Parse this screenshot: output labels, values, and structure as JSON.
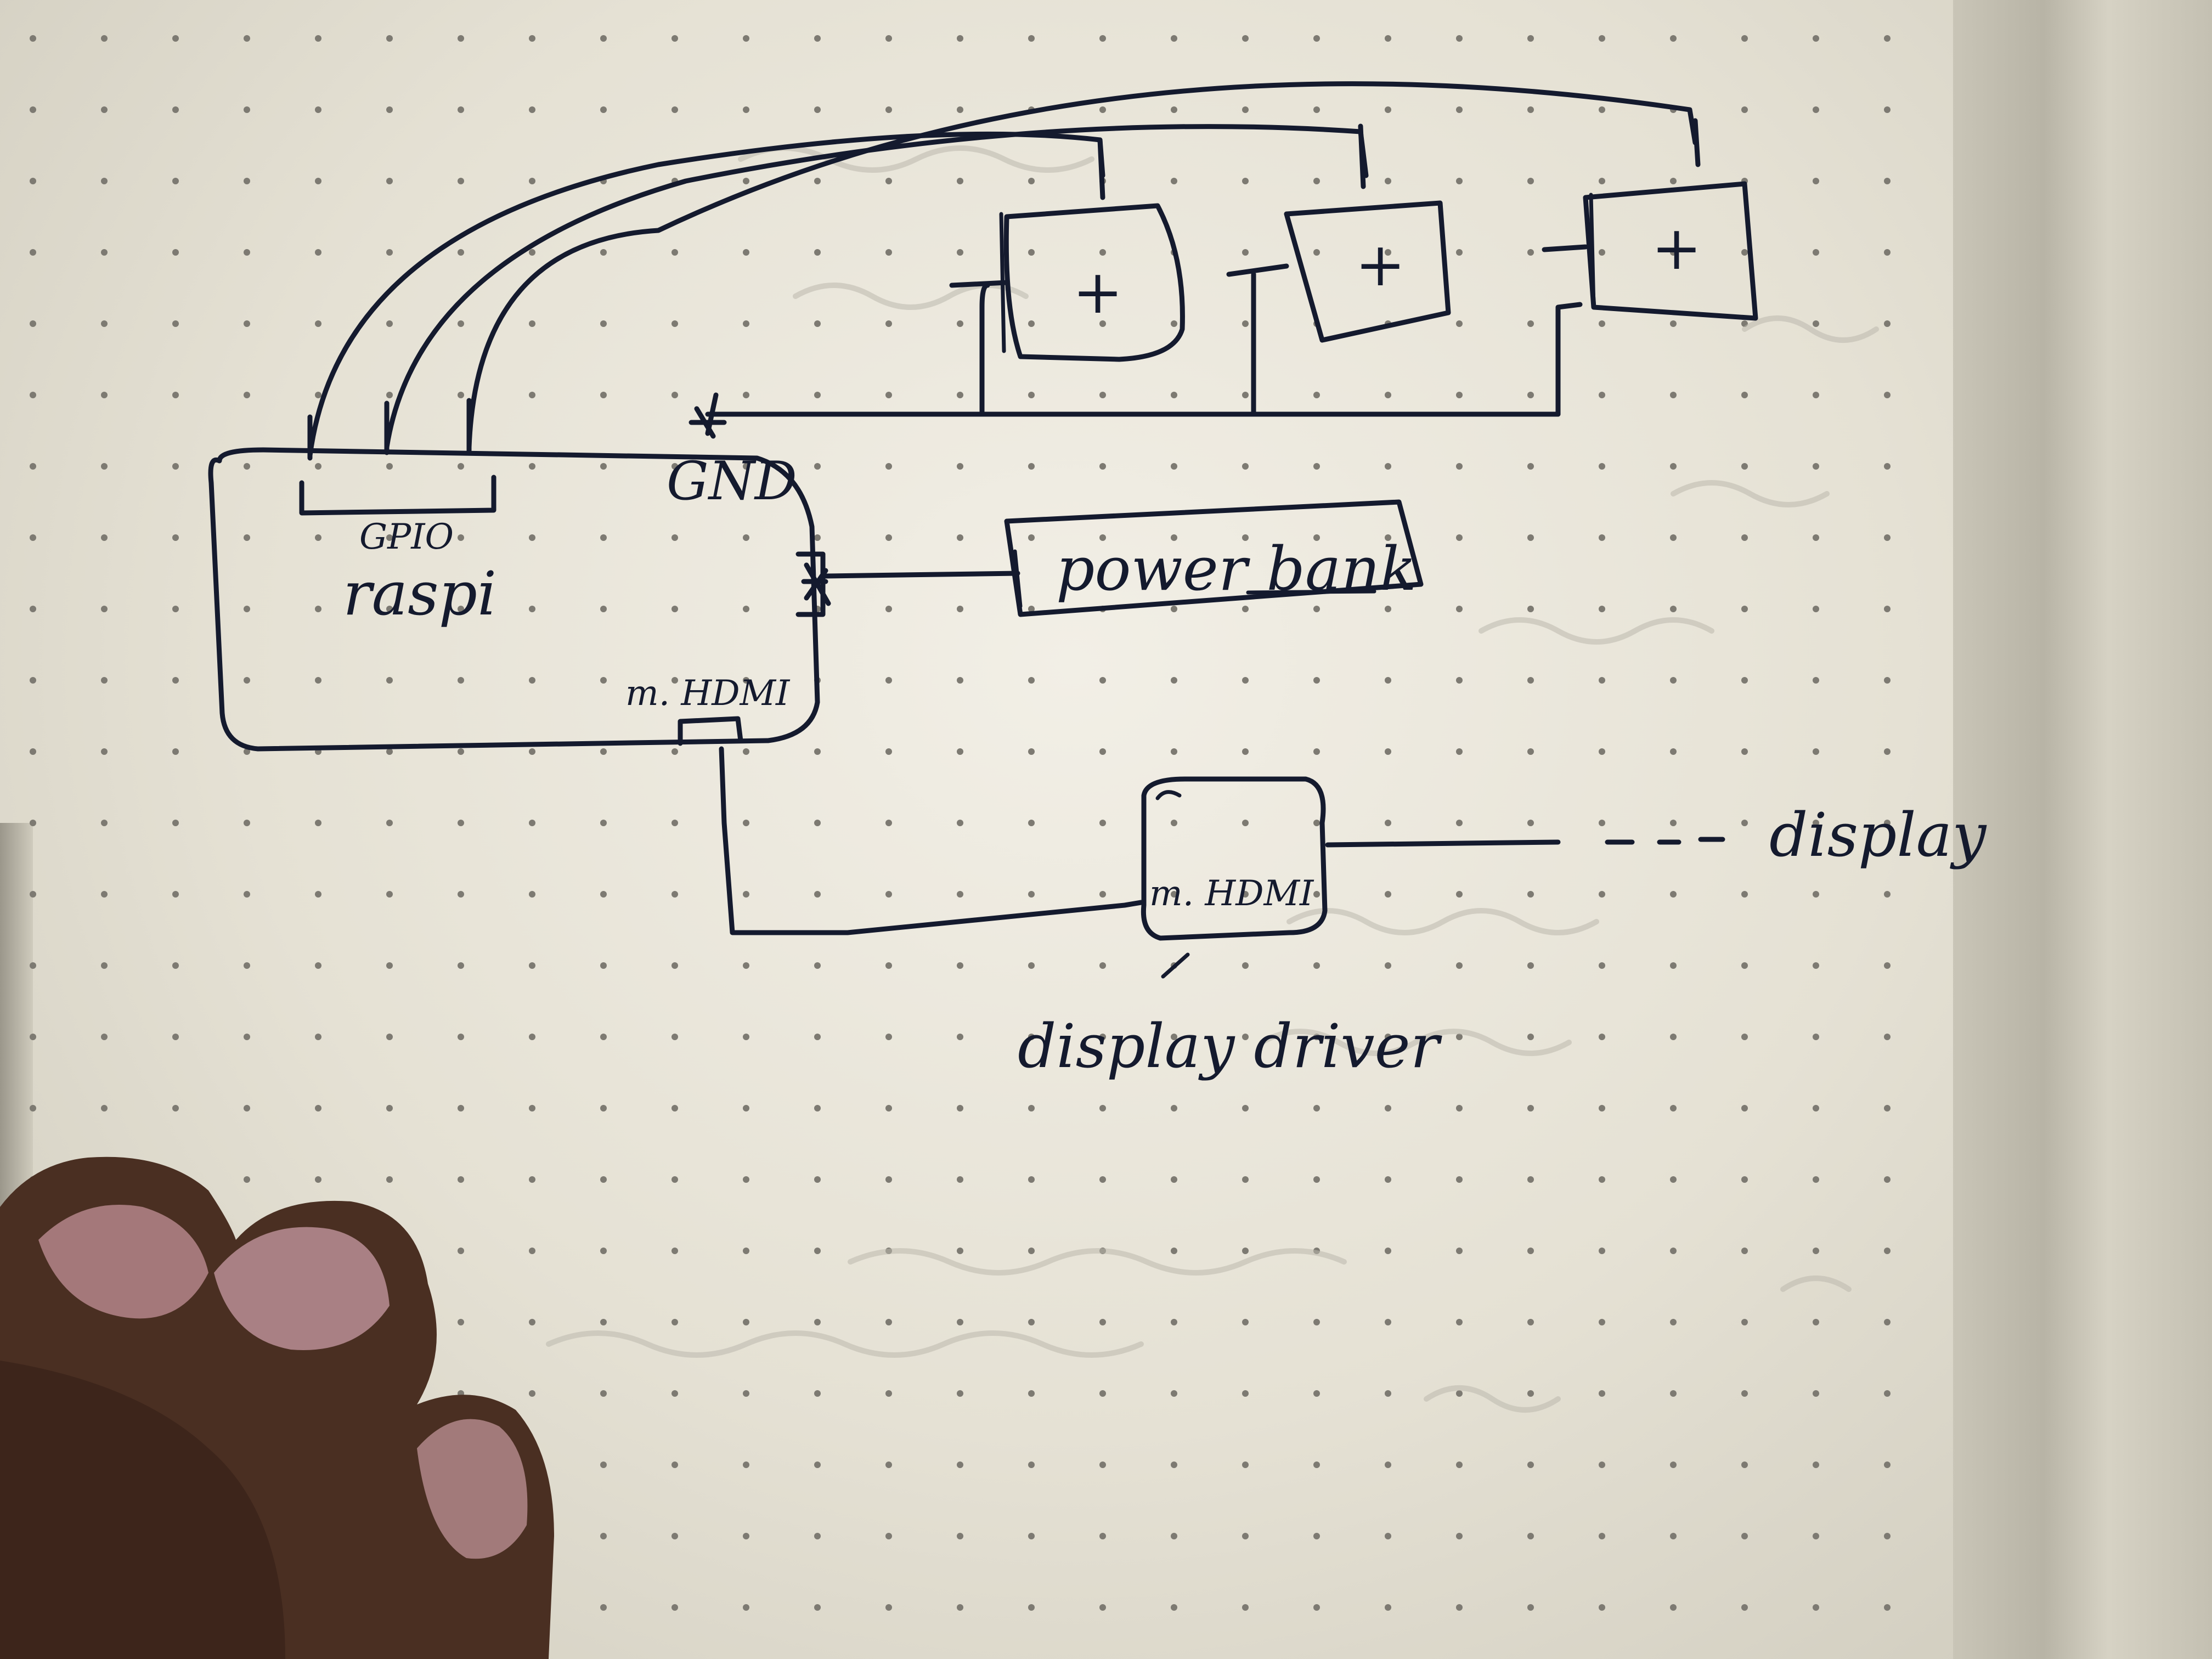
{
  "diagram": {
    "pi": {
      "name": "raspi",
      "gpio_label": "GPIO",
      "gnd_label": "GND",
      "hdmi_label": "m. HDMI"
    },
    "buttons": [
      {
        "symbol": "+"
      },
      {
        "symbol": "+"
      },
      {
        "symbol": "+"
      }
    ],
    "power_bank": {
      "label": "power bank"
    },
    "display_driver": {
      "port_label": "m. HDMI",
      "caption": "display driver"
    },
    "display": {
      "label": "display"
    }
  }
}
